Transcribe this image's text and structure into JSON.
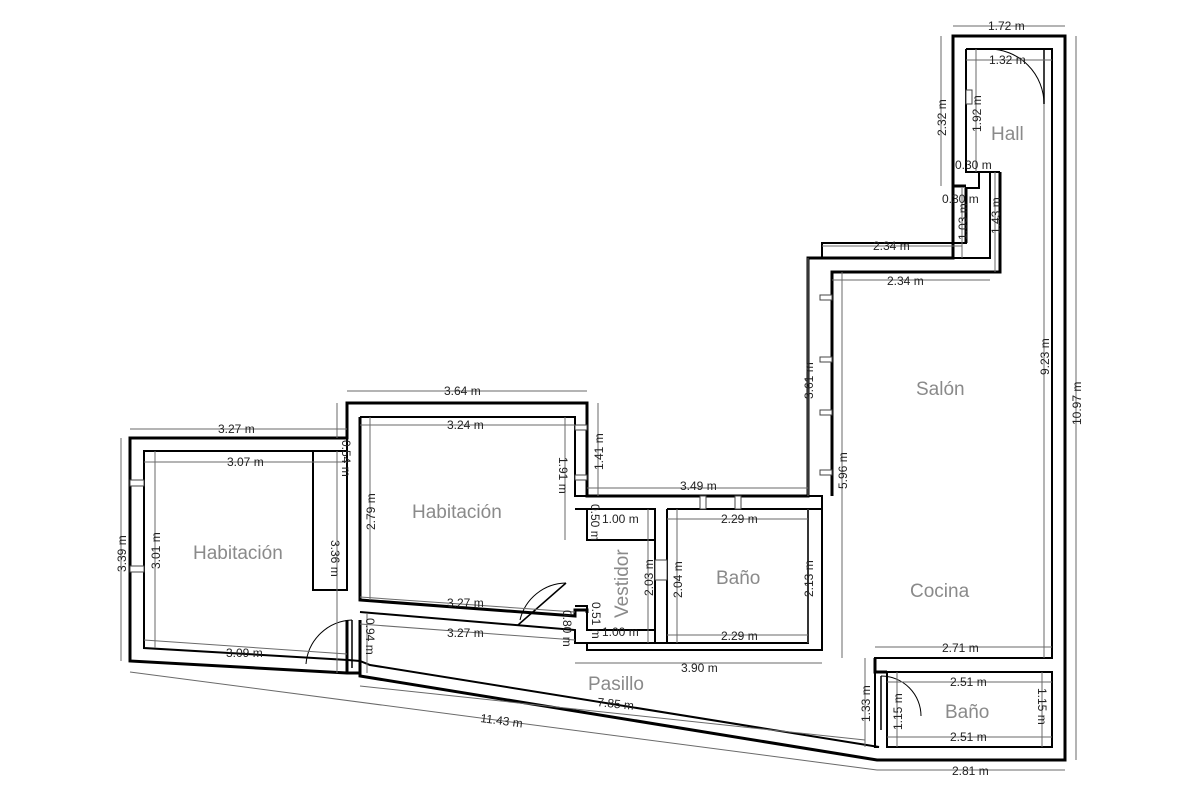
{
  "rooms": {
    "hall": "Hall",
    "salon": "Salón",
    "cocina": "Cocina",
    "habitacion_left": "Habitación",
    "habitacion_center": "Habitación",
    "vestidor": "Vestidor",
    "bano_center": "Baño",
    "pasillo": "Pasillo",
    "bano_right": "Baño"
  },
  "dimensions": {
    "d_1_72": "1.72 m",
    "d_1_32": "1.32 m",
    "d_2_32": "2.32 m",
    "d_1_92": "1.92 m",
    "d_0_30_a": "0.30 m",
    "d_0_30_b": "0.30 m",
    "d_1_03": "1.03 m",
    "d_1_43": "1.43 m",
    "d_2_34_a": "2.34 m",
    "d_2_34_b": "2.34 m",
    "d_9_23": "9.23 m",
    "d_10_97": "10.97 m",
    "d_3_61": "3.61 m",
    "d_5_96": "5.96 m",
    "d_3_64": "3.64 m",
    "d_3_24": "3.24 m",
    "d_0_54": "0.54 m",
    "d_3_27_a": "3.27 m",
    "d_3_07": "3.07 m",
    "d_3_39": "3.39 m",
    "d_3_01": "3.01 m",
    "d_3_36": "3.36 m",
    "d_3_09": "3.09 m",
    "d_2_79": "2.79 m",
    "d_1_91": "1.91 m",
    "d_1_41": "1.41 m",
    "d_3_49": "3.49 m",
    "d_0_50_a": "0.50 m",
    "d_1_00_a": "1.00 m",
    "d_2_29_a": "2.29 m",
    "d_2_03": "2.03 m",
    "d_2_04": "2.04 m",
    "d_2_13": "2.13 m",
    "d_3_27_b": "3.27 m",
    "d_3_27_c": "3.27 m",
    "d_0_51": "0.51 m",
    "d_1_00_b": "1.00 m",
    "d_2_29_b": "2.29 m",
    "d_0_94": "0.94 m",
    "d_0_80": "0.80 m",
    "d_3_90": "3.90 m",
    "d_2_71": "2.71 m",
    "d_2_51_a": "2.51 m",
    "d_2_51_b": "2.51 m",
    "d_1_33": "1.33 m",
    "d_1_15_a": "1.15 m",
    "d_1_15_b": "1.15 m",
    "d_7_85": "7.85 m",
    "d_11_43": "11.43 m",
    "d_2_81": "2.81 m"
  },
  "colors": {
    "wall": "#000000",
    "dimension_line": "#6a6a6a",
    "room_label": "#8a8a8a",
    "background": "#ffffff"
  }
}
